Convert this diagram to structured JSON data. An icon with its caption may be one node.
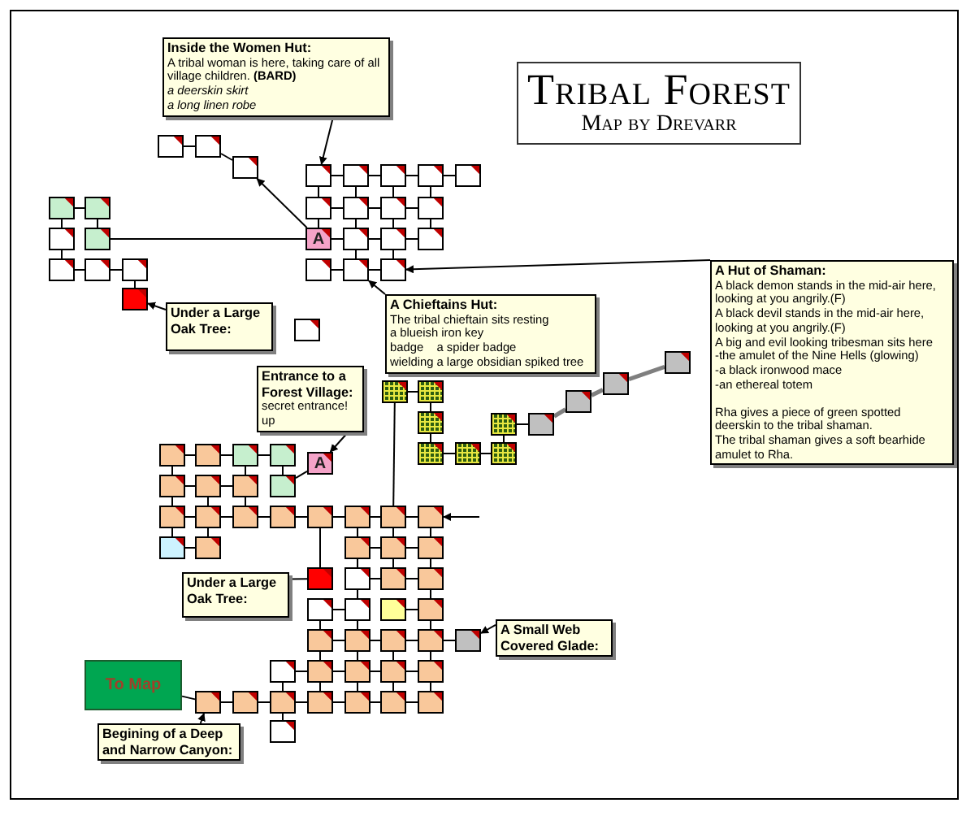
{
  "diagram": {
    "title": "Tribal Forest",
    "nodes": [
      {
        "text": [
          "Inside the Women Hut:",
          "A tribal woman is here, taking care of all village children. **(BARD)**",
          "a deerskin skirt",
          "a long linen robe"
        ]
      },
      {
        "text": [],
        "shape": "box"
      },
      {
        "text": [],
        "shape": "box"
      },
      {
        "text": [],
        "shape": "box"
      },
      {
        "text": [],
        "shape": "box"
      },
      {
        "text": [],
        "shape": "box"
      },
      {
        "text": [],
        "shape": "box"
      },
      {
        "text": [],
        "shape": "box"
      },
      {
        "text": [],
        "shape": "box"
      },
      {
        "text": [],
        "shape": "box"
      },
      {
        "text": [],
        "shape": "box"
      },
      {
        "text": [],
        "shape": "box"
      },
      {
        "text": [],
        "shape": "box"
      },
      {
        "text": [],
        "shape": "box"
      },
      {
        "text": [],
        "shape": "box"
      },
      {
        "text": [],
        "shape": "box"
      },
      {
        "text": [],
        "shape": "box"
      },
      {
        "text": [
          "A"
        ]
      },
      {
        "text": [],
        "shape": "box"
      },
      {
        "text": [],
        "shape": "box"
      },
      {
        "text": [],
        "shape": "box"
      },
      {
        "text": [],
        "shape": "box"
      },
      {
        "text": [],
        "shape": "box"
      },
      {
        "text": [],
        "shape": "box"
      },
      {
        "text": [],
        "shape": "box"
      },
      {
        "text": [],
        "shape": "box"
      },
      {
        "text": [],
        "shape": "box"
      },
      {
        "text": [
          "A Hut of Shaman:",
          "A black demon stands in the mid-air here, looking at you angrily.(F)",
          "A black devil stands in the mid-air here, looking at you angrily.(F)",
          "A big and evil looking tribesman sits here",
          "-the amulet of the Nine Hells (glowing)",
          "-a black ironwood mace",
          "-an ethereal totem",
          "Rha gives a piece of green spotted deerskin to the tribal shaman.",
          "The tribal shaman gives a soft bearhide amulet to Rha."
        ]
      },
      {
        "text": [],
        "shape": "box"
      },
      {
        "text": [
          "Under a Large Oak Tree:"
        ]
      },
      {
        "text": [
          "A Chieftains Hut:",
          "The tribal chieftain sits resting",
          "a blueish iron key",
          "badge    a spider badge",
          "wielding a large obsidian spiked tree"
        ]
      },
      {
        "text": [],
        "shape": "box"
      },
      {
        "text": [],
        "shape": "box"
      },
      {
        "text": [],
        "shape": "box"
      },
      {
        "text": [],
        "shape": "box"
      },
      {
        "text": [],
        "shape": "box"
      },
      {
        "text": [
          "Entrance to a Forest Village:",
          "secret entrance!",
          "up"
        ]
      },
      {
        "text": [],
        "shape": "box"
      },
      {
        "text": [],
        "shape": "box"
      },
      {
        "text": [],
        "shape": "box"
      },
      {
        "text": [],
        "shape": "box"
      },
      {
        "text": [],
        "shape": "box"
      },
      {
        "text": [],
        "shape": "box"
      },
      {
        "text": [],
        "shape": "box"
      },
      {
        "text": [],
        "shape": "box"
      },
      {
        "text": [],
        "shape": "box"
      },
      {
        "text": [],
        "shape": "box"
      },
      {
        "text": [],
        "shape": "box"
      },
      {
        "text": [
          "A"
        ]
      },
      {
        "text": [],
        "shape": "box"
      },
      {
        "text": [],
        "shape": "box"
      },
      {
        "text": [],
        "shape": "box"
      },
      {
        "text": [],
        "shape": "box"
      },
      {
        "text": [],
        "shape": "box"
      },
      {
        "text": [],
        "shape": "box"
      },
      {
        "text": [],
        "shape": "box"
      },
      {
        "text": [],
        "shape": "box"
      },
      {
        "text": [],
        "shape": "box"
      },
      {
        "text": [],
        "shape": "box"
      },
      {
        "text": [],
        "shape": "box"
      },
      {
        "text": [],
        "shape": "box"
      },
      {
        "text": [],
        "shape": "box"
      },
      {
        "text": [],
        "shape": "box"
      },
      {
        "text": [],
        "shape": "box"
      },
      {
        "text": [],
        "shape": "box"
      },
      {
        "text": [],
        "shape": "box"
      },
      {
        "text": [],
        "shape": "box"
      },
      {
        "text": [],
        "shape": "box"
      },
      {
        "text": [],
        "shape": "box"
      },
      {
        "text": [],
        "shape": "box"
      },
      {
        "text": [
          "Under a Large Oak Tree:"
        ]
      },
      {
        "text": [],
        "shape": "box"
      },
      {
        "text": [],
        "shape": "box"
      },
      {
        "text": [],
        "shape": "box"
      },
      {
        "text": [],
        "shape": "box"
      },
      {
        "text": [],
        "shape": "box"
      },
      {
        "text": [],
        "shape": "box"
      },
      {
        "text": [],
        "shape": "box"
      },
      {
        "text": [],
        "shape": "box"
      },
      {
        "text": [],
        "shape": "box"
      },
      {
        "text": [
          "A Small Web Covered Glade:"
        ]
      },
      {
        "text": [
          "To Map"
        ]
      },
      {
        "text": [],
        "shape": "box"
      },
      {
        "text": [],
        "shape": "box"
      },
      {
        "text": [],
        "shape": "box"
      },
      {
        "text": [],
        "shape": "box"
      },
      {
        "text": [],
        "shape": "box"
      },
      {
        "text": [],
        "shape": "box"
      },
      {
        "text": [],
        "shape": "box"
      },
      {
        "text": [],
        "shape": "box"
      },
      {
        "text": [],
        "shape": "box"
      },
      {
        "text": [],
        "shape": "box"
      },
      {
        "text": [],
        "shape": "box"
      },
      {
        "text": [],
        "shape": "box"
      },
      {
        "text": [
          "Begining of a Deep and Narrow Canyon:"
        ]
      },
      {
        "text": [],
        "shape": "box"
      }
    ],
    "edges": [
      {
        "from": 0,
        "to": 6,
        "arrow": "to"
      },
      {
        "from": 1,
        "to": 2,
        "arrow": "none"
      },
      {
        "from": 2,
        "to": 3,
        "arrow": "none"
      },
      {
        "from": 17,
        "to": 3,
        "arrow": "to"
      },
      {
        "from": 6,
        "to": 7,
        "arrow": "none"
      },
      {
        "from": 7,
        "to": 8,
        "arrow": "none"
      },
      {
        "from": 8,
        "to": 9,
        "arrow": "none"
      },
      {
        "from": 9,
        "to": 10,
        "arrow": "none"
      },
      {
        "from": 6,
        "to": 11,
        "arrow": "none"
      },
      {
        "from": 7,
        "to": 12,
        "arrow": "none"
      },
      {
        "from": 8,
        "to": 13,
        "arrow": "none"
      },
      {
        "from": 9,
        "to": 14,
        "arrow": "none"
      },
      {
        "from": 11,
        "to": 12,
        "arrow": "none"
      },
      {
        "from": 12,
        "to": 13,
        "arrow": "none"
      },
      {
        "from": 13,
        "to": 14,
        "arrow": "none"
      },
      {
        "from": 4,
        "to": 5,
        "arrow": "none"
      },
      {
        "from": 4,
        "to": 15,
        "arrow": "none"
      },
      {
        "from": 5,
        "to": 16,
        "arrow": "none"
      },
      {
        "from": 16,
        "to": 17,
        "arrow": "none"
      },
      {
        "from": 11,
        "to": 17,
        "arrow": "none"
      },
      {
        "from": 12,
        "to": 18,
        "arrow": "none"
      },
      {
        "from": 13,
        "to": 19,
        "arrow": "none"
      },
      {
        "from": 14,
        "to": 20,
        "arrow": "none"
      },
      {
        "from": 17,
        "to": 18,
        "arrow": "none"
      },
      {
        "from": 18,
        "to": 19,
        "arrow": "none"
      },
      {
        "from": 19,
        "to": 20,
        "arrow": "none"
      },
      {
        "from": 15,
        "to": 21,
        "arrow": "none"
      },
      {
        "from": 21,
        "to": 22,
        "arrow": "none"
      },
      {
        "from": 22,
        "to": 23,
        "arrow": "none"
      },
      {
        "from": 24,
        "to": 25,
        "arrow": "none"
      },
      {
        "from": 25,
        "to": 26,
        "arrow": "none"
      },
      {
        "from": 18,
        "to": 25,
        "arrow": "none"
      },
      {
        "from": 19,
        "to": 26,
        "arrow": "none"
      },
      {
        "from": 27,
        "to": 26,
        "arrow": "to"
      },
      {
        "from": 23,
        "to": 28,
        "arrow": "none"
      },
      {
        "from": 29,
        "to": 28,
        "arrow": "to"
      },
      {
        "from": 30,
        "to": 25,
        "arrow": "to"
      },
      {
        "from": 34,
        "to": 35,
        "arrow": "none"
      },
      {
        "from": 35,
        "to": 38,
        "arrow": "none"
      },
      {
        "from": 38,
        "to": 45,
        "arrow": "none"
      },
      {
        "from": 45,
        "to": 46,
        "arrow": "none"
      },
      {
        "from": 46,
        "to": 47,
        "arrow": "none"
      },
      {
        "from": 39,
        "to": 47,
        "arrow": "none"
      },
      {
        "from": 39,
        "to": 40,
        "arrow": "none"
      },
      {
        "from": 40,
        "to": 37,
        "arrow": "none",
        "style": "thick",
        "color": "#7f7f7f"
      },
      {
        "from": 37,
        "to": 33,
        "arrow": "none",
        "style": "thick",
        "color": "#7f7f7f"
      },
      {
        "from": 33,
        "to": 32,
        "arrow": "none",
        "style": "thick",
        "color": "#7f7f7f"
      },
      {
        "from": 34,
        "to": 59,
        "arrow": "none"
      },
      {
        "from": 36,
        "to": 48,
        "arrow": "to"
      },
      {
        "from": 41,
        "to": 42,
        "arrow": "none"
      },
      {
        "from": 42,
        "to": 43,
        "arrow": "none"
      },
      {
        "from": 43,
        "to": 44,
        "arrow": "none"
      },
      {
        "from": 52,
        "to": 48,
        "arrow": "none"
      },
      {
        "from": 41,
        "to": 49,
        "arrow": "none"
      },
      {
        "from": 43,
        "to": 51,
        "arrow": "none"
      },
      {
        "from": 44,
        "to": 52,
        "arrow": "none"
      },
      {
        "from": 49,
        "to": 50,
        "arrow": "none"
      },
      {
        "from": 50,
        "to": 51,
        "arrow": "none"
      },
      {
        "from": 49,
        "to": 53,
        "arrow": "none"
      },
      {
        "from": 50,
        "to": 54,
        "arrow": "none"
      },
      {
        "from": 51,
        "to": 55,
        "arrow": "none"
      },
      {
        "from": 53,
        "to": 54,
        "arrow": "none"
      },
      {
        "from": 54,
        "to": 55,
        "arrow": "none"
      },
      {
        "from": 55,
        "to": 56,
        "arrow": "none"
      },
      {
        "from": 56,
        "to": 57,
        "arrow": "none"
      },
      {
        "from": 57,
        "to": 58,
        "arrow": "none"
      },
      {
        "from": 58,
        "to": 59,
        "arrow": "none"
      },
      {
        "from": 59,
        "to": 60,
        "arrow": "none"
      },
      {
        "from": null,
        "to": 60,
        "arrow": "to"
      },
      {
        "from": 53,
        "to": 61,
        "arrow": "none"
      },
      {
        "from": 54,
        "to": 62,
        "arrow": "none"
      },
      {
        "from": 61,
        "to": 62,
        "arrow": "none"
      },
      {
        "from": 57,
        "to": 66,
        "arrow": "none"
      },
      {
        "from": 58,
        "to": 63,
        "arrow": "none"
      },
      {
        "from": 59,
        "to": 64,
        "arrow": "none"
      },
      {
        "from": 60,
        "to": 65,
        "arrow": "none"
      },
      {
        "from": 63,
        "to": 64,
        "arrow": "none"
      },
      {
        "from": 64,
        "to": 65,
        "arrow": "none"
      },
      {
        "from": 63,
        "to": 67,
        "arrow": "none"
      },
      {
        "from": 64,
        "to": 68,
        "arrow": "none"
      },
      {
        "from": 65,
        "to": 69,
        "arrow": "none"
      },
      {
        "from": 67,
        "to": 68,
        "arrow": "none"
      },
      {
        "from": 68,
        "to": 69,
        "arrow": "none"
      },
      {
        "from": 70,
        "to": 66,
        "arrow": "none"
      },
      {
        "from": 67,
        "to": 72,
        "arrow": "none"
      },
      {
        "from": 69,
        "to": 74,
        "arrow": "none"
      },
      {
        "from": 71,
        "to": 72,
        "arrow": "none"
      },
      {
        "from": 73,
        "to": 74,
        "arrow": "none"
      },
      {
        "from": 71,
        "to": 75,
        "arrow": "none"
      },
      {
        "from": 72,
        "to": 76,
        "arrow": "none"
      },
      {
        "from": 74,
        "to": 78,
        "arrow": "none"
      },
      {
        "from": 75,
        "to": 76,
        "arrow": "none"
      },
      {
        "from": 76,
        "to": 77,
        "arrow": "none"
      },
      {
        "from": 77,
        "to": 78,
        "arrow": "none"
      },
      {
        "from": 78,
        "to": 79,
        "arrow": "none"
      },
      {
        "from": 80,
        "to": 79,
        "arrow": "to"
      },
      {
        "from": 75,
        "to": 83,
        "arrow": "none"
      },
      {
        "from": 76,
        "to": 84,
        "arrow": "none"
      },
      {
        "from": 77,
        "to": 85,
        "arrow": "none"
      },
      {
        "from": 78,
        "to": 86,
        "arrow": "none"
      },
      {
        "from": 82,
        "to": 83,
        "arrow": "none"
      },
      {
        "from": 83,
        "to": 84,
        "arrow": "none"
      },
      {
        "from": 84,
        "to": 85,
        "arrow": "none"
      },
      {
        "from": 85,
        "to": 86,
        "arrow": "none"
      },
      {
        "from": 82,
        "to": 89,
        "arrow": "none"
      },
      {
        "from": 83,
        "to": 90,
        "arrow": "none"
      },
      {
        "from": 84,
        "to": 91,
        "arrow": "none"
      },
      {
        "from": 85,
        "to": 92,
        "arrow": "none"
      },
      {
        "from": 86,
        "to": 93,
        "arrow": "none"
      },
      {
        "from": 81,
        "to": 87,
        "arrow": "none"
      },
      {
        "from": 87,
        "to": 88,
        "arrow": "none"
      },
      {
        "from": 88,
        "to": 89,
        "arrow": "none"
      },
      {
        "from": 89,
        "to": 90,
        "arrow": "none"
      },
      {
        "from": 90,
        "to": 91,
        "arrow": "none"
      },
      {
        "from": 91,
        "to": 92,
        "arrow": "none"
      },
      {
        "from": 92,
        "to": 93,
        "arrow": "none"
      },
      {
        "from": 89,
        "to": 95,
        "arrow": "none"
      },
      {
        "from": 94,
        "to": 87,
        "arrow": "to"
      }
    ],
    "labels": [
      "Map by Drevarr"
    ]
  }
}
